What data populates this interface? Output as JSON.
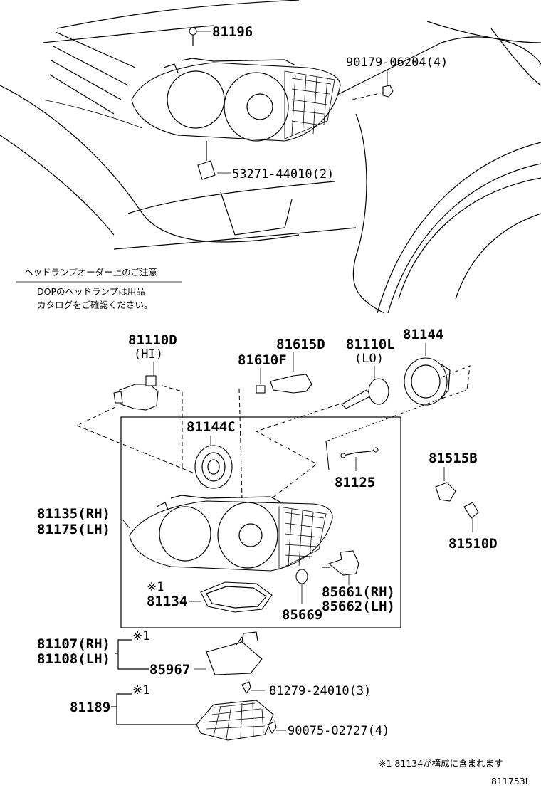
{
  "labels": {
    "p81196": "81196",
    "p90179": "90179-06204(4)",
    "p53271": "53271-44010(2)",
    "p81110d": "81110D",
    "hi": "(HI)",
    "p81615d": "81615D",
    "p81610f": "81610F",
    "p81110l": "81110L",
    "lo": "(LO)",
    "p81144": "81144",
    "p81144c": "81144C",
    "p81125": "81125",
    "p81515b": "81515B",
    "p81510d": "81510D",
    "p81135": "81135(RH)",
    "p81175": "81175(LH)",
    "p81134": "81134",
    "mark1": "※1",
    "p85669": "85669",
    "p85661": "85661(RH)",
    "p85662": "85662(LH)",
    "p81107": "81107(RH)",
    "p81108": "81108(LH)",
    "p85967": "85967",
    "p81279": "81279-24010(3)",
    "p81189": "81189",
    "p90075": "90075-02727(4)"
  },
  "note": {
    "title": "ヘッドランプオーダー上のご注意",
    "line1": "DOPのヘッドランプは用品",
    "line2": "カタログをご確認ください。"
  },
  "footnote": "※1 81134が構成に含まれます",
  "diagram_id": "811753I"
}
